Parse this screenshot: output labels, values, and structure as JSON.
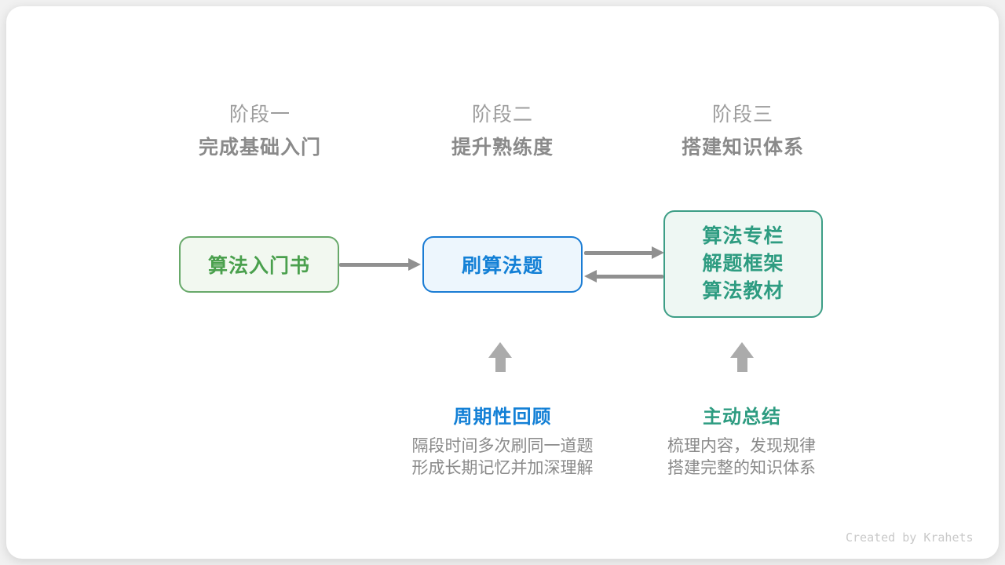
{
  "credit": "Created by Krahets",
  "colors": {
    "page_background": "#f1f1f1",
    "card_background": "#ffffff",
    "stage_label_text": "#9d9d9d",
    "stage_subtitle_text": "#8a8a8a",
    "green_border": "#68a96a",
    "green_background": "#f2f8f0",
    "green_text": "#4aa04d",
    "blue_border": "#1a7cd4",
    "blue_background": "#edf6fd",
    "blue_text": "#1380d6",
    "teal_border": "#3d9e86",
    "teal_background": "#eef7f3",
    "teal_text": "#2e9c81",
    "connector_arrow": "#909090",
    "block_arrow": "#ababab",
    "description_text": "#8a8a8a",
    "credit_text": "#c9c9c9"
  },
  "stages": [
    {
      "label": "阶段一",
      "subtitle": "完成基础入门"
    },
    {
      "label": "阶段二",
      "subtitle": "提升熟练度"
    },
    {
      "label": "阶段三",
      "subtitle": "搭建知识体系"
    }
  ],
  "nodes": [
    {
      "id": "intro-book",
      "theme": "green",
      "lines": [
        "算法入门书"
      ]
    },
    {
      "id": "practice-problems",
      "theme": "blue",
      "lines": [
        "刷算法题"
      ]
    },
    {
      "id": "knowledge-resources",
      "theme": "teal",
      "lines": [
        "算法专栏",
        "解题框架",
        "算法教材"
      ]
    }
  ],
  "annotations": [
    {
      "title": "周期性回顾",
      "theme": "blue",
      "lines": [
        "隔段时间多次刷同一道题",
        "形成长期记忆并加深理解"
      ]
    },
    {
      "title": "主动总结",
      "theme": "teal",
      "lines": [
        "梳理内容，发现规律",
        "搭建完整的知识体系"
      ]
    }
  ]
}
